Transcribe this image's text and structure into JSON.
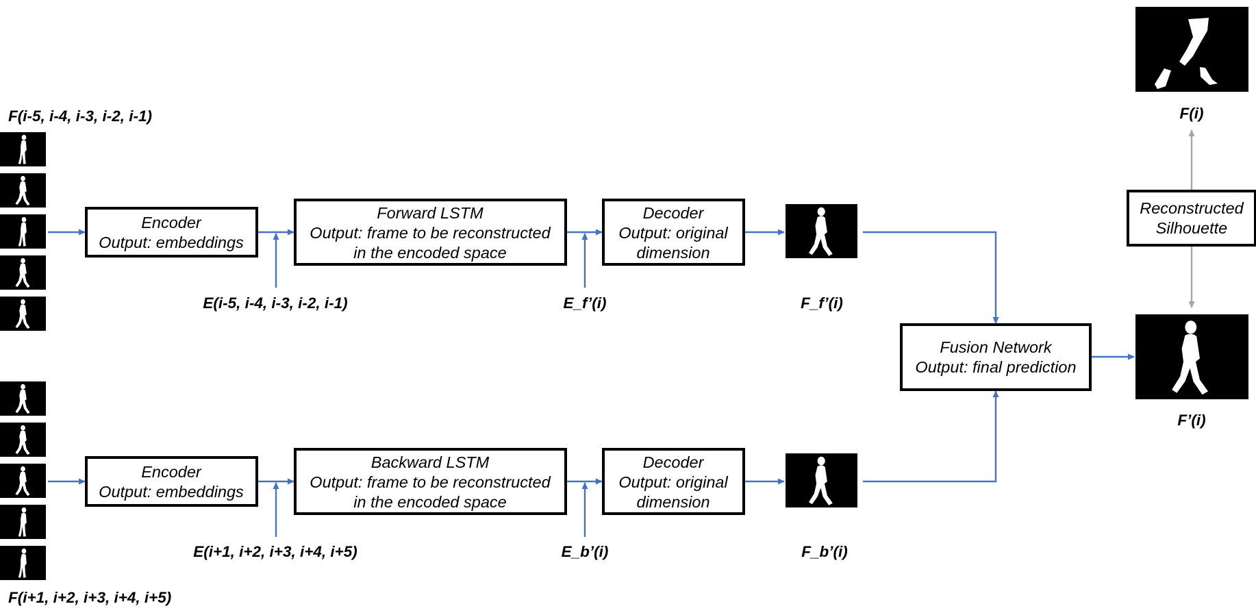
{
  "encoder_forward": {
    "line1": "Encoder",
    "line2": "Output: embeddings"
  },
  "forward_lstm": {
    "line1": "Forward LSTM",
    "line2": "Output: frame to be reconstructed",
    "line3": "in the encoded space"
  },
  "decoder_forward": {
    "line1": "Decoder",
    "line2": "Output: original",
    "line3": "dimension"
  },
  "encoder_backward": {
    "line1": "Encoder",
    "line2": "Output: embeddings"
  },
  "backward_lstm": {
    "line1": "Backward LSTM",
    "line2": "Output: frame to be reconstructed",
    "line3": "in the encoded space"
  },
  "decoder_backward": {
    "line1": "Decoder",
    "line2": "Output: original",
    "line3": "dimension"
  },
  "fusion": {
    "line1": "Fusion Network",
    "line2": "Output: final prediction"
  },
  "reconstructed": {
    "line1": "Reconstructed",
    "line2": "Silhouette"
  },
  "labels": {
    "prev_frames": "F(i-5, i-4, i-3, i-2, i-1)",
    "next_frames": "F(i+1, i+2, i+3, i+4, i+5)",
    "prev_embeddings": "E(i-5, i-4, i-3, i-2, i-1)",
    "next_embeddings": "E(i+1, i+2, i+3, i+4, i+5)",
    "e_forward": "E_f’(i)",
    "e_backward": "E_b’(i)",
    "f_forward": "F_f’(i)",
    "f_backward": "F_b’(i)",
    "ground_truth": "F(i)",
    "prediction": "F’(i)"
  },
  "colors": {
    "arrow": "#4472c4",
    "arrow_secondary": "#a6a6a6"
  }
}
